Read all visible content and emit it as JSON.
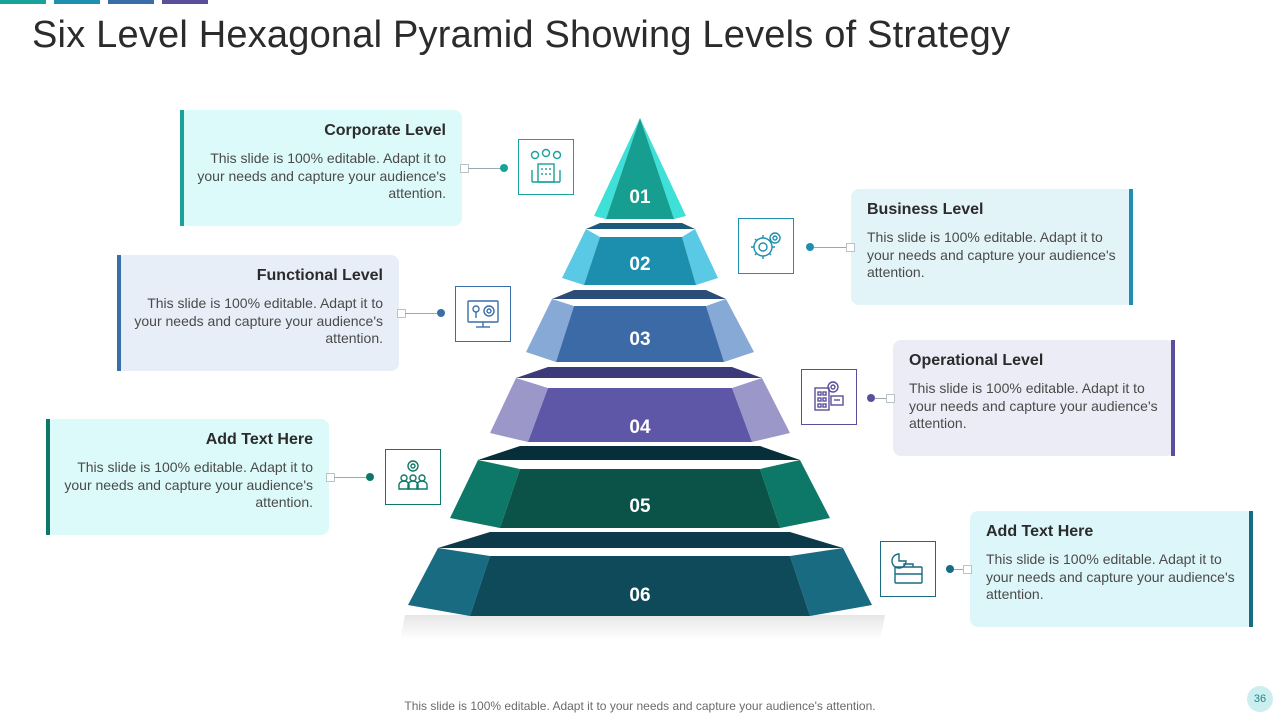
{
  "title": "Six Level Hexagonal Pyramid Showing Levels of Strategy",
  "colors": {
    "bar1": "#17a398",
    "bar2": "#1f8fb0",
    "bar3": "#3a6ea8",
    "bar4": "#5a4f9a",
    "pageBadgeBg": "#cdeef0"
  },
  "pyramid": {
    "levels": [
      {
        "number": "01"
      },
      {
        "number": "02"
      },
      {
        "number": "03"
      },
      {
        "number": "04"
      },
      {
        "number": "05"
      },
      {
        "number": "06"
      }
    ]
  },
  "cards": [
    {
      "title": "Corporate Level",
      "body": "This slide is 100% editable. Adapt it to your needs and capture your audience's attention.",
      "icon": "corporate-building-icon"
    },
    {
      "title": "Business Level",
      "body": "This slide is 100% editable. Adapt it to your needs and capture your audience's attention.",
      "icon": "gears-icon"
    },
    {
      "title": "Functional Level",
      "body": "This slide is 100% editable. Adapt it to your needs and capture your audience's attention.",
      "icon": "monitor-settings-icon"
    },
    {
      "title": "Operational Level",
      "body": "This slide is 100% editable. Adapt it to your needs and capture your audience's attention.",
      "icon": "operations-panel-icon"
    },
    {
      "title": "Add Text Here",
      "body": "This slide is 100% editable. Adapt it to your needs and capture your audience's attention.",
      "icon": "team-gear-icon"
    },
    {
      "title": "Add Text Here",
      "body": "This slide is 100% editable. Adapt it to your needs and capture your audience's attention.",
      "icon": "briefcase-chart-icon"
    }
  ],
  "footer": "This slide is 100% editable. Adapt it to your needs and capture your audience's attention.",
  "page_number": "36"
}
